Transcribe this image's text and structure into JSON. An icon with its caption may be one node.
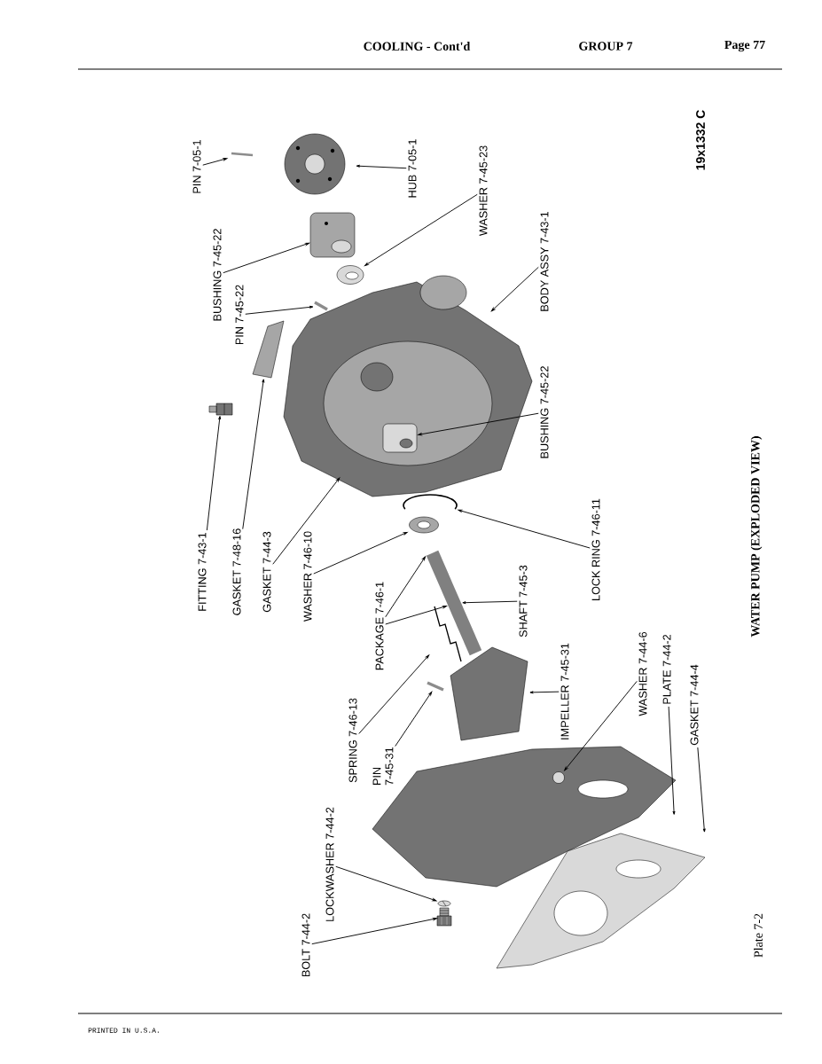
{
  "diagram": {
    "title": "WATER PUMP (EXPLODED VIEW)",
    "nodes": [
      {
        "text": [
          "PIN 7-05-1"
        ]
      },
      {
        "text": [
          "HUB 7-05-1"
        ]
      },
      {
        "text": [
          "WASHER 7-45-23"
        ]
      },
      {
        "text": [
          "BUSHING 7-45-22"
        ]
      },
      {
        "text": [
          "PIN 7-45-22"
        ]
      },
      {
        "text": [
          "BODY ASSY 7-43-1"
        ]
      },
      {
        "text": [
          "BUSHING 7-45-22"
        ]
      },
      {
        "text": [
          "FITTING 7-43-1"
        ]
      },
      {
        "text": [
          "GASKET 7-48-16"
        ]
      },
      {
        "text": [
          "GASKET 7-44-3"
        ]
      },
      {
        "text": [
          "WASHER 7-46-10"
        ]
      },
      {
        "text": [
          "LOCK RING 7-46-11"
        ]
      },
      {
        "text": [
          "PACKAGE 7-46-1"
        ]
      },
      {
        "text": [
          "SHAFT 7-45-3"
        ]
      },
      {
        "text": [
          "SPRING 7-46-13"
        ]
      },
      {
        "text": [
          "PIN 7-45-31"
        ]
      },
      {
        "text": [
          "IMPELLER 7-45-31"
        ]
      },
      {
        "text": [
          "WASHER 7-44-6"
        ]
      },
      {
        "text": [
          "PLATE 7-44-2"
        ]
      },
      {
        "text": [
          "GASKET 7-44-4"
        ]
      },
      {
        "text": [
          "LOCKWASHER 7-44-2"
        ]
      },
      {
        "text": [
          "BOLT 7-44-2"
        ]
      },
      {
        "text": [],
        "shape": "picture"
      },
      {
        "text": [],
        "shape": "picture"
      },
      {
        "text": [],
        "shape": "picture"
      },
      {
        "text": [],
        "shape": "picture"
      },
      {
        "text": [],
        "shape": "picture"
      },
      {
        "text": [],
        "shape": "picture"
      },
      {
        "text": [],
        "shape": "picture",
        "in": 27
      },
      {
        "text": [],
        "shape": "picture"
      },
      {
        "text": [],
        "shape": "picture"
      },
      {
        "text": [],
        "shape": "picture"
      },
      {
        "text": [],
        "shape": "picture"
      },
      {
        "text": [],
        "shape": "picture"
      },
      {
        "text": [],
        "shape": "picture"
      },
      {
        "text": [],
        "shape": "picture"
      },
      {
        "text": [],
        "shape": "picture"
      },
      {
        "text": [],
        "shape": "picture"
      },
      {
        "text": [],
        "shape": "picture",
        "in": 37
      },
      {
        "text": [],
        "shape": "picture"
      },
      {
        "text": [],
        "shape": "picture"
      },
      {
        "text": [],
        "shape": "picture"
      }
    ],
    "edges": [
      {
        "from": 0,
        "to": 22,
        "arrow": "to"
      },
      {
        "from": 1,
        "to": 23,
        "arrow": "to"
      },
      {
        "from": 2,
        "to": 25,
        "arrow": "to"
      },
      {
        "from": 3,
        "to": 24,
        "arrow": "to"
      },
      {
        "from": 4,
        "to": 26,
        "arrow": "to"
      },
      {
        "from": 5,
        "to": 27,
        "arrow": "to"
      },
      {
        "from": 6,
        "to": 28,
        "arrow": "to"
      },
      {
        "from": 7,
        "to": 30,
        "arrow": "to"
      },
      {
        "from": 8,
        "to": 29,
        "arrow": "to"
      },
      {
        "from": 9,
        "to": 27,
        "arrow": "to"
      },
      {
        "from": 10,
        "to": 32,
        "arrow": "to"
      },
      {
        "from": 11,
        "to": 31,
        "arrow": "to"
      },
      {
        "from": 12,
        "to": 33,
        "arrow": "to"
      },
      {
        "from": 12,
        "to": 33,
        "arrow": "to"
      },
      {
        "from": 13,
        "to": 33,
        "arrow": "to"
      },
      {
        "from": 14,
        "to": 34,
        "arrow": "to"
      },
      {
        "from": 15,
        "to": 36,
        "arrow": "to"
      },
      {
        "from": 16,
        "to": 35,
        "arrow": "to"
      },
      {
        "from": 17,
        "to": 38,
        "arrow": "to"
      },
      {
        "from": 18,
        "to": 37,
        "arrow": "to"
      },
      {
        "from": 19,
        "to": 39,
        "arrow": "to"
      },
      {
        "from": 20,
        "to": 40,
        "arrow": "to"
      },
      {
        "from": 21,
        "to": 41,
        "arrow": "to"
      }
    ],
    "labels": [
      "COOLING - Cont'd",
      "GROUP 7",
      "Page 77",
      "19x1332 C",
      "Plate 7-2",
      "PRINTED IN U.S.A."
    ]
  }
}
